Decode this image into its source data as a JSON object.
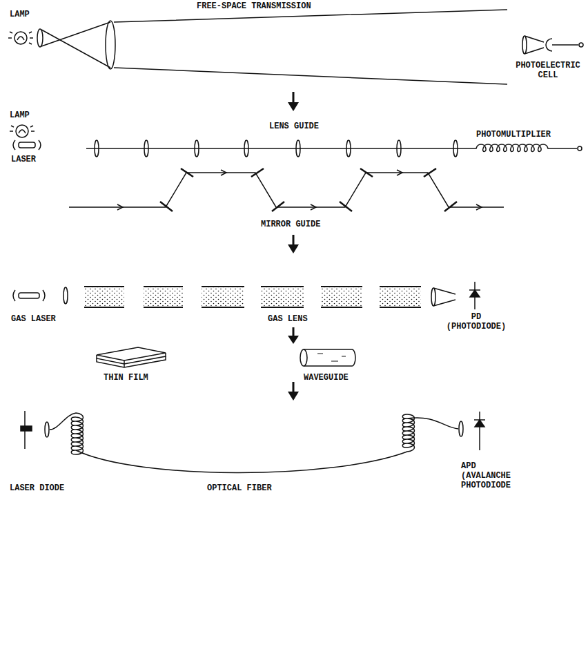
{
  "diagram": {
    "labels": [
      "LAMP",
      "FREE-SPACE TRANSMISSION",
      "PHOTOELECTRIC CELL",
      "LAMP",
      "LASER",
      "LENS GUIDE",
      "PHOTOMULTIPLIER",
      "MIRROR GUIDE",
      "GAS LASER",
      "GAS LENS",
      "PD (PHOTODIODE)",
      "THIN FILM",
      "WAVEGUIDE",
      "LASER DIODE",
      "OPTICAL FIBER",
      "APD (AVALANCHE PHOTODIODE"
    ]
  }
}
